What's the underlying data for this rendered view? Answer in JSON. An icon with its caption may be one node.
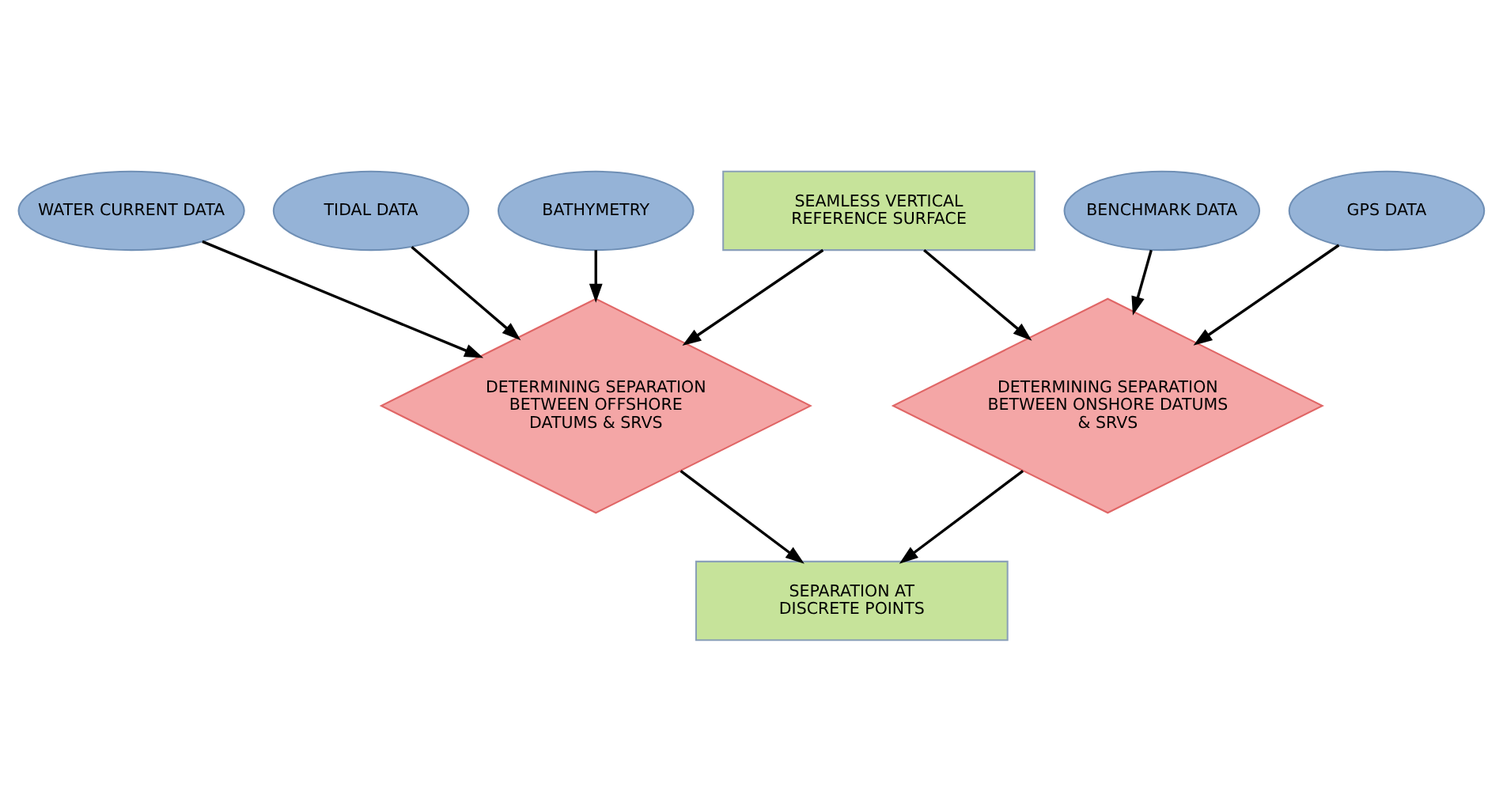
{
  "diagram": {
    "nodes": [
      {
        "text": [
          "SEAMLESS VERTICAL REFERENCE SURFACE"
        ]
      },
      {
        "text": [
          "WATER CURRENT DATA"
        ]
      },
      {
        "text": [
          "BENCHMARK DATA"
        ]
      },
      {
        "text": [
          "GPS DATA"
        ]
      },
      {
        "text": [
          "TIDAL DATA"
        ]
      },
      {
        "text": [
          "BATHYMETRY"
        ]
      },
      {
        "text": [
          "DETERMINING SEPARATION BETWEEN ONSHORE DATUMS & SRVS"
        ]
      },
      {
        "text": [
          "DETERMINING SEPARATION BETWEEN OFFSHORE DATUMS & SRVS"
        ]
      },
      {
        "text": [
          "SEPARATION AT DISCRETE POINTS"
        ]
      }
    ],
    "edges": [
      {
        "from": 0,
        "to": 6,
        "arrow": "to"
      },
      {
        "from": 0,
        "to": 7,
        "arrow": "to"
      },
      {
        "from": 1,
        "to": 7,
        "arrow": "to"
      },
      {
        "from": 2,
        "to": 6,
        "arrow": "to"
      },
      {
        "from": 3,
        "to": 6,
        "arrow": "to"
      },
      {
        "from": 4,
        "to": 7,
        "arrow": "to"
      },
      {
        "from": 5,
        "to": 7,
        "arrow": "to"
      },
      {
        "from": 6,
        "to": 8,
        "arrow": "to"
      },
      {
        "from": 7,
        "to": 8,
        "arrow": "to"
      }
    ]
  }
}
